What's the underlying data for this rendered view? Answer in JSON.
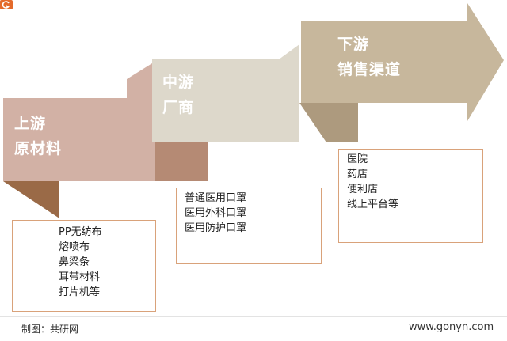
{
  "diagram": {
    "upstream": {
      "title": "上游",
      "subtitle": "原材料",
      "items": [
        "PP无纺布",
        "熔喷布",
        "鼻梁条",
        "耳带材料",
        "打片机等"
      ]
    },
    "midstream": {
      "title": "中游",
      "subtitle": "厂商",
      "items": [
        "普通医用口罩",
        "医用外科口罩",
        "医用防护口罩"
      ]
    },
    "downstream": {
      "title": "下游",
      "subtitle": "销售渠道",
      "items": [
        "医院",
        "药店",
        "便利店",
        "线上平台等"
      ]
    }
  },
  "footer": {
    "source": "制图：共研网",
    "website": "www.gonyn.com"
  },
  "watermark": {
    "text": "共研网",
    "url": "www.gonyn.com"
  },
  "colors": {
    "upstream_box": "#d2b1a5",
    "upstream_fold": "#9a6a47",
    "upstream_shade": "#b58a74",
    "midstream_box": "#ddd8cb",
    "midstream_fold": "#ad9a7e",
    "downstream_box": "#c7b79c",
    "downstream_fold": "#a18f6a",
    "list_border": "#d9a27a"
  }
}
